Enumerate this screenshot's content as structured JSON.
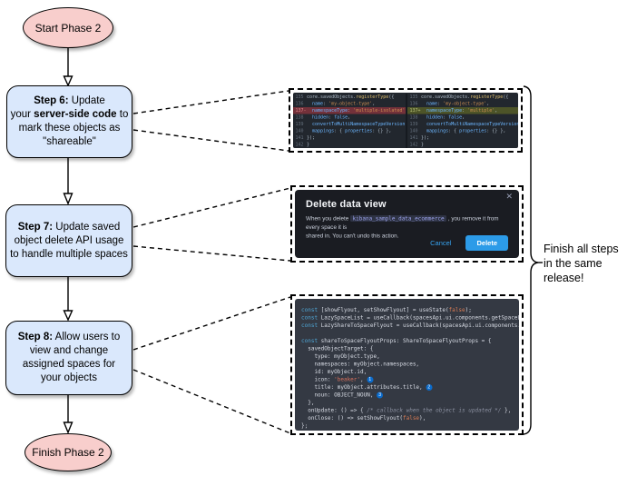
{
  "flow": {
    "start_label": "Start Phase 2",
    "finish_label": "Finish Phase 2",
    "brace_label": "Finish all steps in the same release!",
    "step6_lines": [
      [
        [
          "Step 6:",
          "b"
        ],
        [
          " Update",
          "r"
        ]
      ],
      [
        [
          "your ",
          "r"
        ],
        [
          "server-side code",
          "b"
        ],
        [
          " to",
          "r"
        ]
      ],
      [
        [
          "mark these objects as",
          "r"
        ]
      ],
      [
        [
          "\"shareable\"",
          "r"
        ]
      ]
    ],
    "step7_lines": [
      [
        [
          "Step 7:",
          "b"
        ],
        [
          " Update saved",
          "r"
        ]
      ],
      [
        [
          "object delete API usage",
          "r"
        ]
      ],
      [
        [
          "to handle multiple spaces",
          "r"
        ]
      ]
    ],
    "step8_lines": [
      [
        [
          "Step 8:",
          "b"
        ],
        [
          " Allow users to",
          "r"
        ]
      ],
      [
        [
          "view and change",
          "r"
        ]
      ],
      [
        [
          "assigned spaces for",
          "r"
        ]
      ],
      [
        [
          "your objects",
          "r"
        ]
      ]
    ]
  },
  "diff_panel": {
    "left": {
      "rows": [
        {
          "n": "135",
          "hl": "",
          "tokens": [
            [
              "core.savedObjects.",
              "pl"
            ],
            [
              "registerType",
              "fn"
            ],
            [
              "({",
              "pl"
            ]
          ]
        },
        {
          "n": "136",
          "hl": "",
          "tokens": [
            [
              "  ",
              "pl"
            ],
            [
              "name",
              "key"
            ],
            [
              ": ",
              "pl"
            ],
            [
              "'my-object-type'",
              "str"
            ],
            [
              ",",
              "pl"
            ]
          ]
        },
        {
          "n": "137-",
          "hl": "removed",
          "tokens": [
            [
              "  ",
              "pl"
            ],
            [
              "namespaceType",
              "key"
            ],
            [
              ": ",
              "pl"
            ],
            [
              "'multiple-isolated'",
              "str"
            ],
            [
              ",",
              "pl"
            ]
          ]
        },
        {
          "n": "138",
          "hl": "",
          "tokens": [
            [
              "  ",
              "pl"
            ],
            [
              "hidden",
              "key"
            ],
            [
              ": ",
              "pl"
            ],
            [
              "false",
              "lit"
            ],
            [
              ",",
              "pl"
            ]
          ]
        },
        {
          "n": "139",
          "hl": "",
          "tokens": [
            [
              "  ",
              "pl"
            ],
            [
              "convertToMultiNamespaceTypeVersion",
              "key"
            ],
            [
              ": ",
              "pl"
            ],
            [
              "'",
              "str"
            ]
          ]
        },
        {
          "n": "140",
          "hl": "",
          "tokens": [
            [
              "  ",
              "pl"
            ],
            [
              "mappings",
              "key"
            ],
            [
              ": { ",
              "pl"
            ],
            [
              "properties",
              "key"
            ],
            [
              ": {} },",
              "pl"
            ]
          ]
        },
        {
          "n": "141",
          "hl": "",
          "tokens": [
            [
              "});",
              "pl"
            ]
          ]
        },
        {
          "n": "142",
          "hl": "",
          "tokens": [
            [
              "}",
              "pl"
            ]
          ]
        }
      ]
    },
    "right": {
      "rows": [
        {
          "n": "135",
          "hl": "",
          "tokens": [
            [
              "core.savedObjects.",
              "pl"
            ],
            [
              "registerType",
              "fn"
            ],
            [
              "({",
              "pl"
            ]
          ]
        },
        {
          "n": "136",
          "hl": "",
          "tokens": [
            [
              "  ",
              "pl"
            ],
            [
              "name",
              "key"
            ],
            [
              ": ",
              "pl"
            ],
            [
              "'my-object-type'",
              "str"
            ],
            [
              ",",
              "pl"
            ]
          ]
        },
        {
          "n": "137+",
          "hl": "added",
          "tokens": [
            [
              "  ",
              "pl"
            ],
            [
              "namespaceType",
              "key"
            ],
            [
              ": ",
              "pl"
            ],
            [
              "'multiple'",
              "str"
            ],
            [
              ",",
              "pl"
            ]
          ]
        },
        {
          "n": "138",
          "hl": "",
          "tokens": [
            [
              "  ",
              "pl"
            ],
            [
              "hidden",
              "key"
            ],
            [
              ": ",
              "pl"
            ],
            [
              "false",
              "lit"
            ],
            [
              ",",
              "pl"
            ]
          ]
        },
        {
          "n": "139",
          "hl": "",
          "tokens": [
            [
              "  ",
              "pl"
            ],
            [
              "convertToMultiNamespaceTypeVersion",
              "key"
            ],
            [
              ": ",
              "pl"
            ],
            [
              "'",
              "str"
            ]
          ]
        },
        {
          "n": "140",
          "hl": "",
          "tokens": [
            [
              "  ",
              "pl"
            ],
            [
              "mappings",
              "key"
            ],
            [
              ": { ",
              "pl"
            ],
            [
              "properties",
              "key"
            ],
            [
              ": {} },",
              "pl"
            ]
          ]
        },
        {
          "n": "141",
          "hl": "",
          "tokens": [
            [
              "});",
              "pl"
            ]
          ]
        },
        {
          "n": "142",
          "hl": "",
          "tokens": [
            [
              "}",
              "pl"
            ]
          ]
        }
      ]
    }
  },
  "modal": {
    "title": "Delete data view",
    "close_glyph": "✕",
    "body_pre": "When you delete ",
    "body_code": "kibana_sample_data_ecommerce",
    "body_post": " , you remove it from every space it is",
    "body_line2": "shared in. You can't undo this action.",
    "cancel_label": "Cancel",
    "delete_label": "Delete"
  },
  "code_panel": {
    "lines": [
      [
        [
          "const",
          "kw"
        ],
        [
          " [showFlyout, setShowFlyout] = useState(",
          "pl"
        ],
        [
          "false",
          "lit"
        ],
        [
          ");",
          "pl"
        ]
      ],
      [
        [
          "const",
          "kw"
        ],
        [
          " LazySpaceList = useCallback(spacesApi.ui.components.getSpaceList",
          "pl"
        ]
      ],
      [
        [
          "const",
          "kw"
        ],
        [
          " LazyShareToSpaceFlyout = useCallback(spacesApi.ui.components.getS",
          "pl"
        ]
      ],
      [],
      [
        [
          "const",
          "kw"
        ],
        [
          " shareToSpaceFlyoutProps: ",
          "pl"
        ],
        [
          "ShareToSpaceFlyoutProps",
          "type"
        ],
        [
          " = {",
          "pl"
        ]
      ],
      [
        [
          "  savedObjectTarget: {",
          "pl"
        ]
      ],
      [
        [
          "    type: myObject.type,",
          "pl"
        ]
      ],
      [
        [
          "    namespaces: myObject.namespaces,",
          "pl"
        ]
      ],
      [
        [
          "    id: myObject.id,",
          "pl"
        ]
      ],
      [
        [
          "    icon: ",
          "pl"
        ],
        [
          "'beaker'",
          "str"
        ],
        [
          ", ",
          "pl"
        ],
        [
          "1",
          "badge"
        ]
      ],
      [
        [
          "    title: myObject.attributes.title, ",
          "pl"
        ],
        [
          "2",
          "badge"
        ]
      ],
      [
        [
          "    noun: OBJECT_NOUN, ",
          "pl"
        ],
        [
          "3",
          "badge"
        ]
      ],
      [
        [
          "  },",
          "pl"
        ]
      ],
      [
        [
          "  onUpdate: () => { ",
          "pl"
        ],
        [
          "/* callback when the object is updated */",
          "cm"
        ],
        [
          " },",
          "pl"
        ]
      ],
      [
        [
          "  onClose: () => setShowFlyout(",
          "pl"
        ],
        [
          "false",
          "lit"
        ],
        [
          "),",
          "pl"
        ]
      ],
      [
        [
          "};",
          "pl"
        ]
      ]
    ]
  },
  "colors": {
    "step_fill": "#dae8fc",
    "terminal_fill": "#f8cecc",
    "removed_line_bg": "#73313a",
    "added_line_bg": "#4d5428",
    "delete_button": "#2c9be8",
    "link_blue": "#36a2ef",
    "badge_blue": "#0b6bcb",
    "diff_bg": "#22272e",
    "code_bg": "#343943",
    "modal_bg": "#1a1c22"
  }
}
